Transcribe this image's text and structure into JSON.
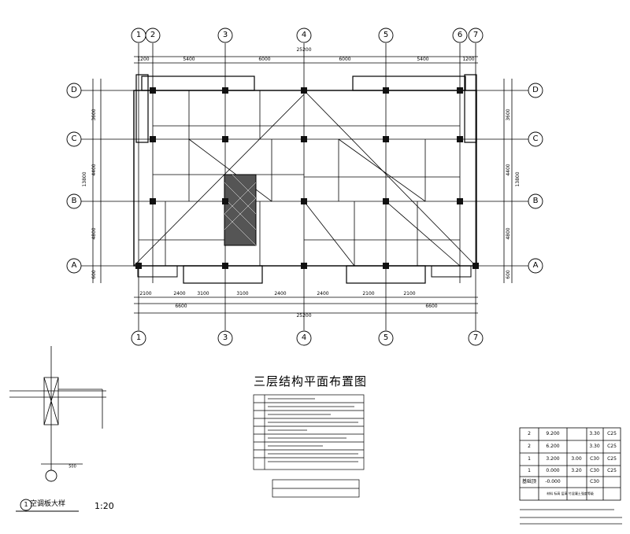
{
  "title": "三层结构平面布置图",
  "axes_top": [
    "1",
    "2",
    "3",
    "4",
    "5",
    "6",
    "7"
  ],
  "axes_bottom": [
    "1",
    "3",
    "4",
    "5",
    "7"
  ],
  "axes_side": [
    "D",
    "C",
    "B",
    "A"
  ],
  "dims_top": [
    "1200",
    "5400",
    "6000",
    "6000",
    "5400",
    "1200"
  ],
  "dims_top_total": "25200",
  "dims_bottom": [
    "2100",
    "2400",
    "3100",
    "3100",
    "2400",
    "2400",
    "2100",
    "2100"
  ],
  "dims_bottom2": [
    "6600",
    "6600"
  ],
  "dims_bottom_total": "25200",
  "dims_left": [
    "3600",
    "4400",
    "4800",
    "600"
  ],
  "dims_left_total": "13800",
  "dims_right": [
    "3600",
    "4400",
    "4800",
    "600"
  ],
  "dims_right_total": "13800",
  "detail": {
    "number": "1",
    "name": "空调板大样",
    "scale": "1:20",
    "dim": "500"
  },
  "level_table": [
    [
      "2",
      "9.200",
      "",
      "3.30",
      "C25"
    ],
    [
      "2",
      "6.200",
      "",
      "3.30",
      "C25"
    ],
    [
      "1",
      "3.200",
      "3.00",
      "C30",
      "C25"
    ],
    [
      "1",
      "0.000",
      "3.20",
      "C30",
      "C25"
    ],
    [
      "基础顶",
      "-0.000",
      "",
      "C30",
      ""
    ]
  ],
  "note_small": "材料 标高 层高 竹混凝土强度等级",
  "colors": {
    "line": "#000000",
    "fill": "#333333",
    "hatch": "#222222"
  }
}
